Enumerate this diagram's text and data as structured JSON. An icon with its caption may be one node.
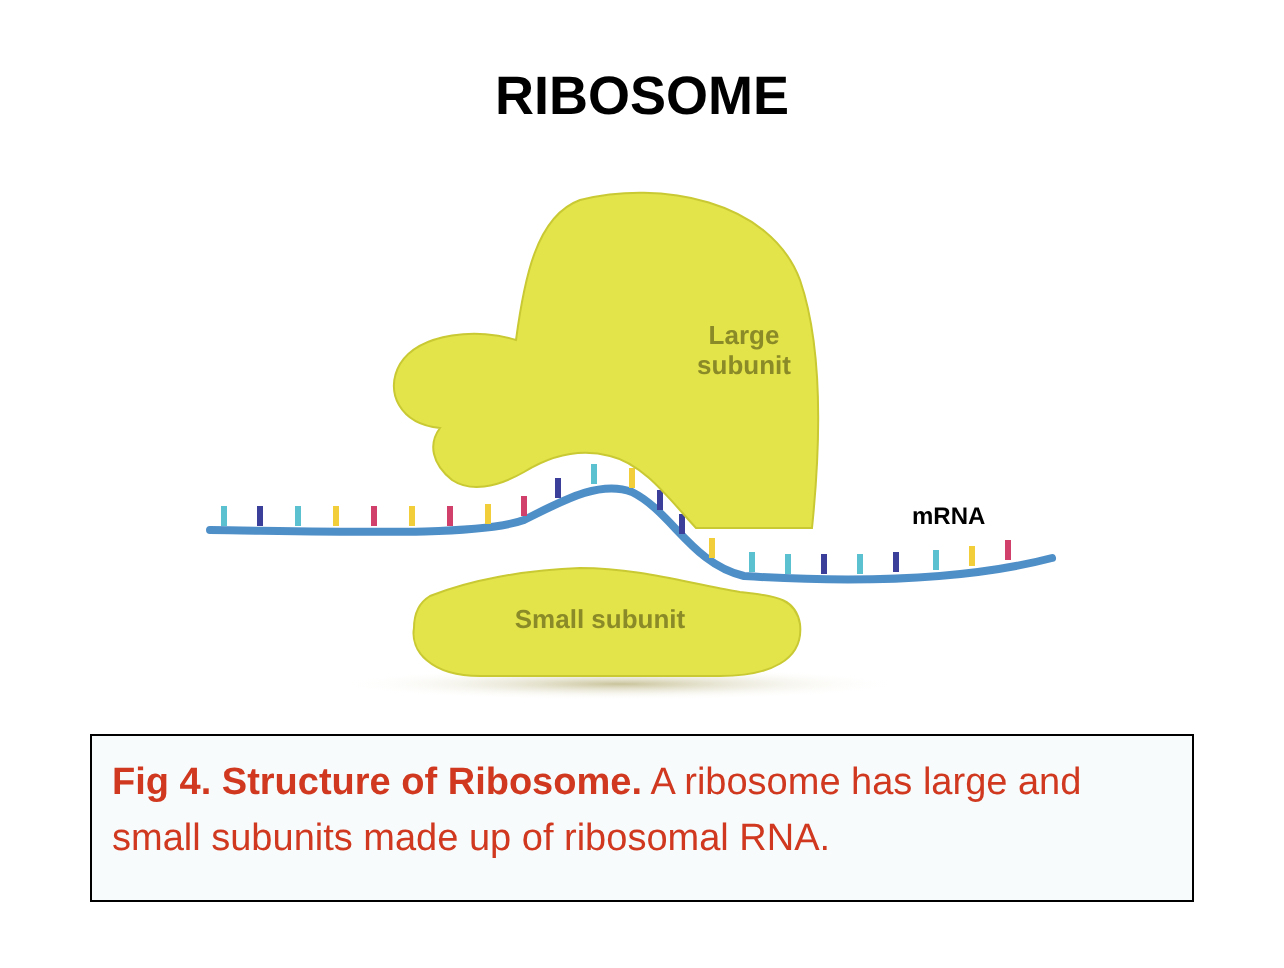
{
  "diagram": {
    "title": "RIBOSOME",
    "caption": "**Fig 4. Structure of Ribosome.** A ribosome has large and small subunits made up of ribosomal RNA.",
    "nodes": [
      {
        "text": [
          "Large subunit"
        ]
      },
      {
        "text": [
          "Small subunit"
        ]
      }
    ],
    "labels": [
      "mRNA"
    ]
  }
}
